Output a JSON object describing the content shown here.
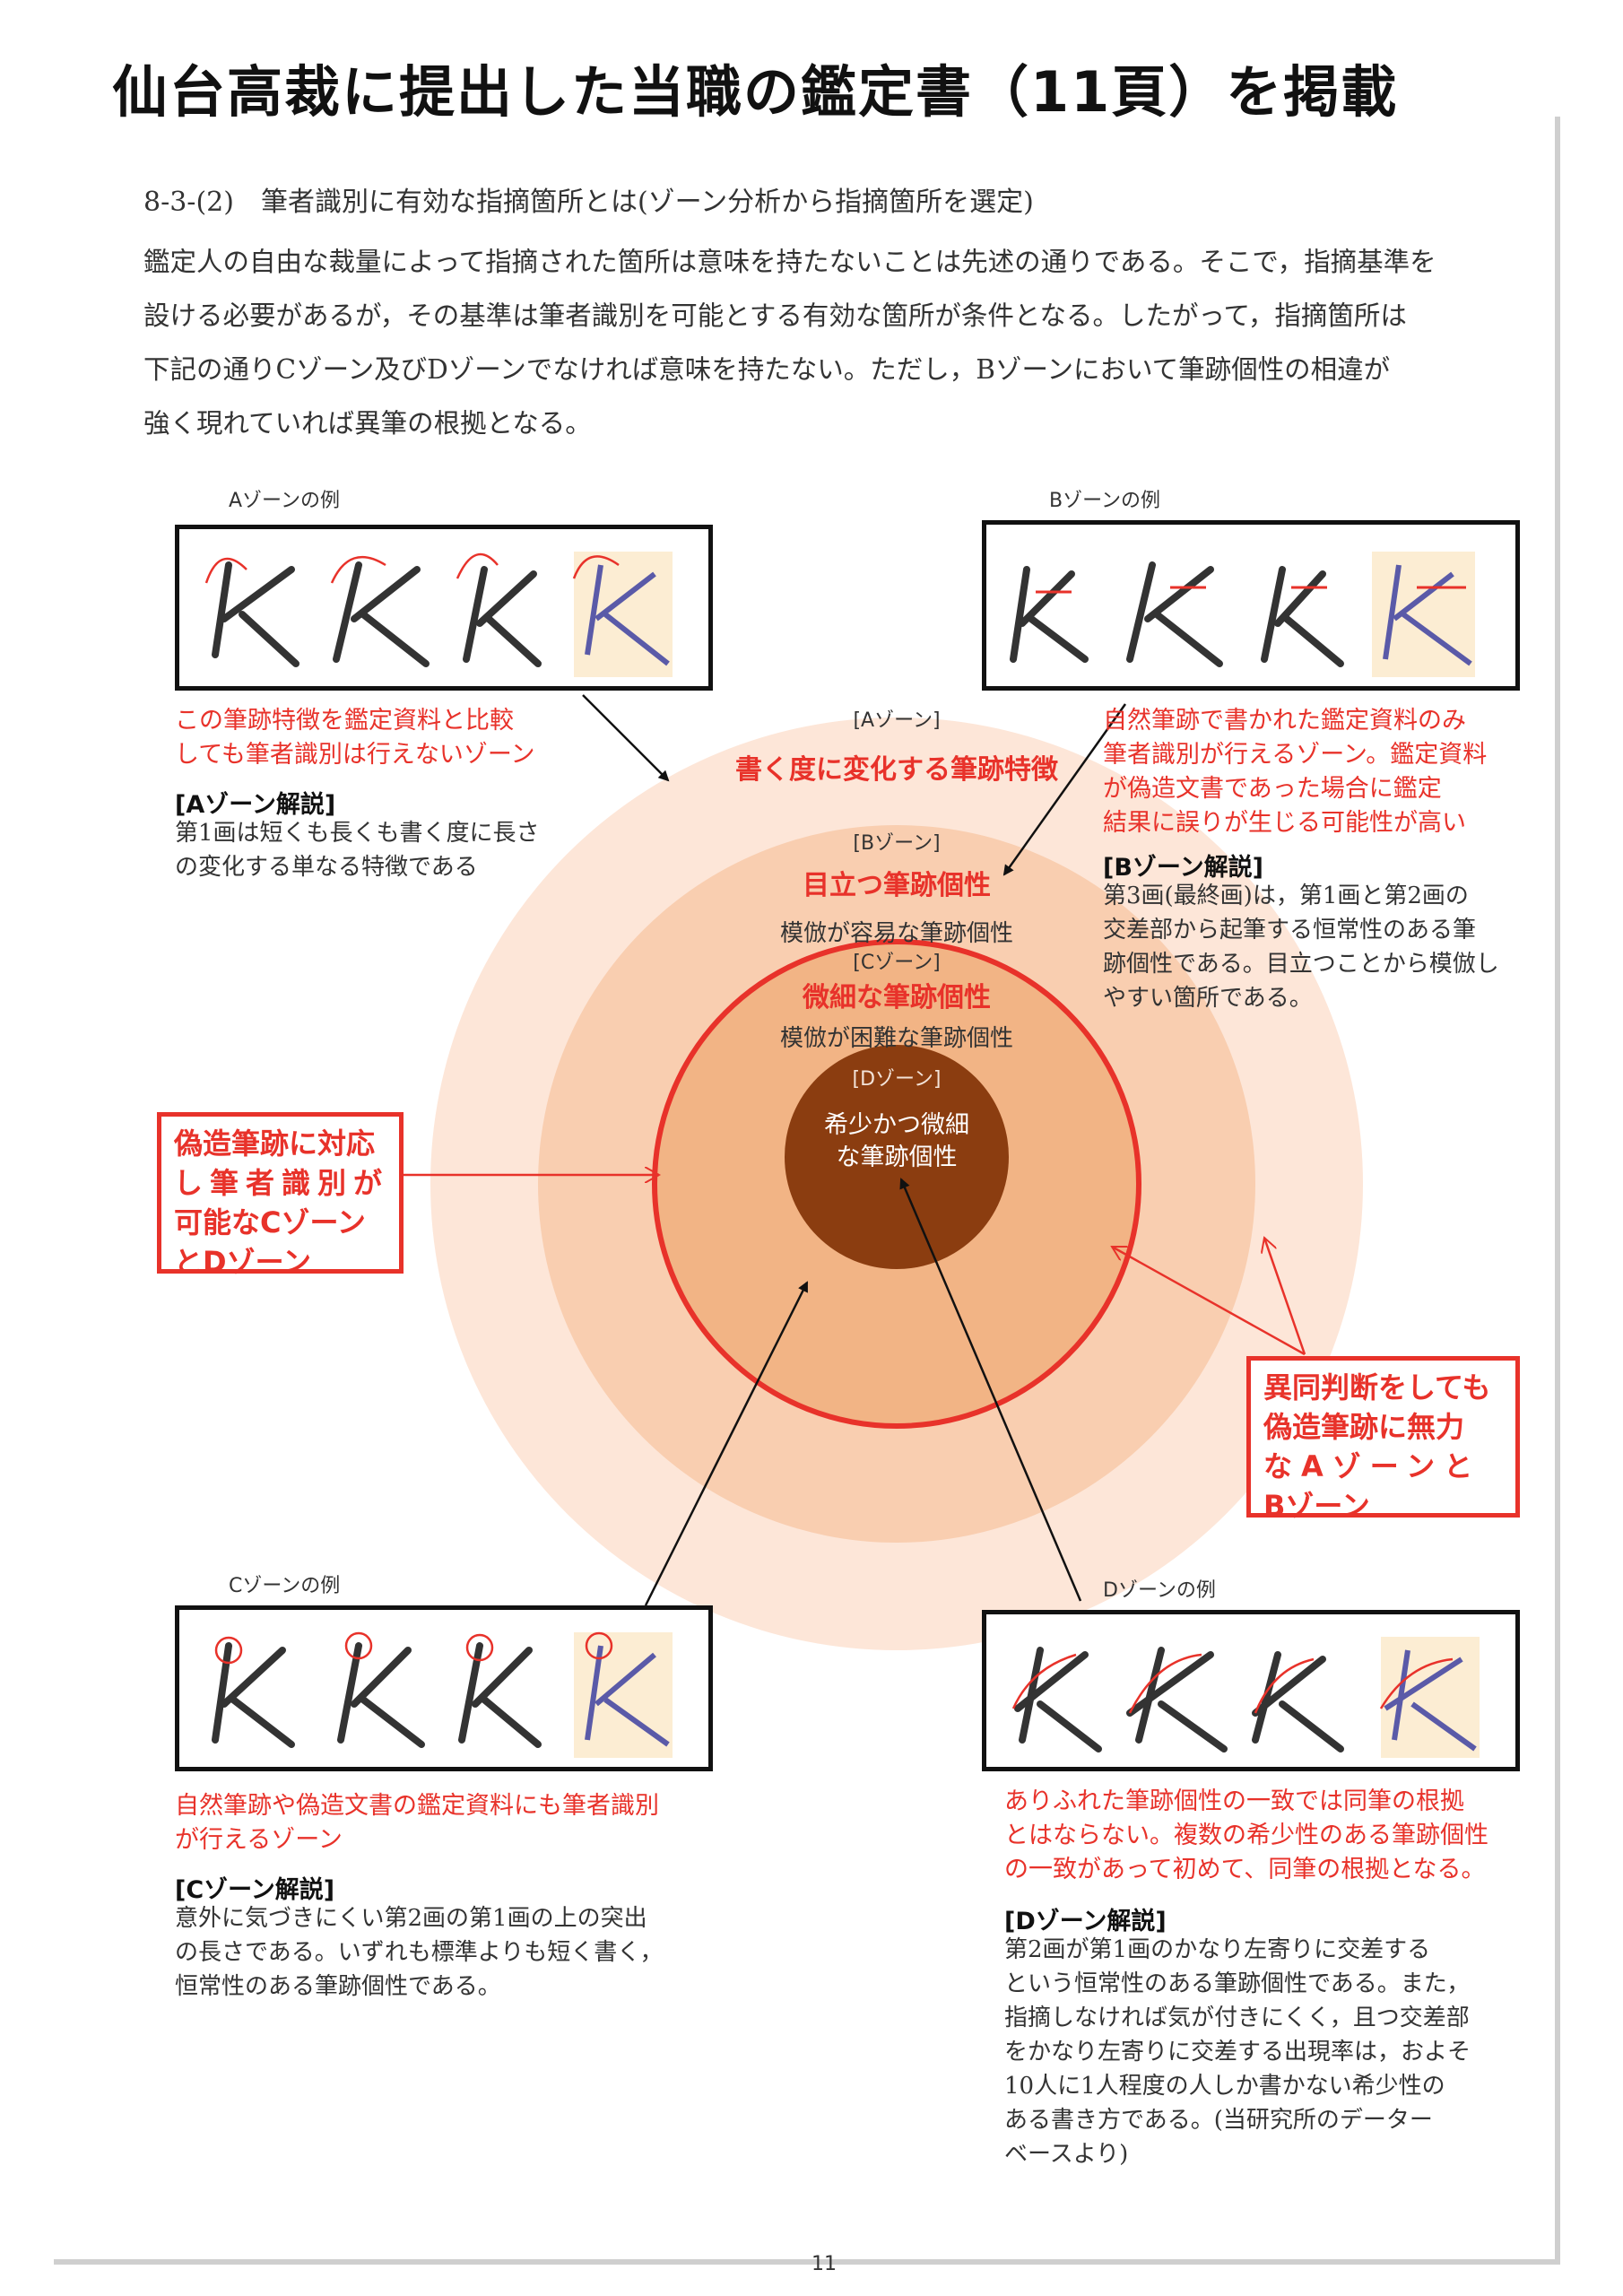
{
  "headline": "仙台高裁に提出した当職の鑑定書（11頁）を掲載",
  "section_heading": "8-3-(2)　筆者識別に有効な指摘箇所とは(ゾーン分析から指摘箇所を選定)",
  "paragraph": [
    "鑑定人の自由な裁量によって指摘された箇所は意味を持たないことは先述の通りである。そこで，指摘基準を",
    "設ける必要があるが，その基準は筆者識別を可能とする有効な箇所が条件となる。したがって，指摘箇所は",
    "下記の通りCゾーン及びDゾーンでなければ意味を持たない。ただし，Bゾーンにおいて筆跡個性の相違が",
    "強く現れていれば異筆の根拠となる。"
  ],
  "zones": {
    "a": {
      "tag": "[Aゾーン]",
      "title": "書く度に変化する筆跡特徴"
    },
    "b": {
      "tag": "[Bゾーン]",
      "title": "目立つ筆跡個性",
      "sub": "模倣が容易な筆跡個性"
    },
    "c": {
      "tag": "[Cゾーン]",
      "title": "微細な筆跡個性",
      "sub": "模倣が困難な筆跡個性"
    },
    "d": {
      "tag": "[Dゾーン]",
      "title_lines": [
        "希少かつ微細",
        "な筆跡個性"
      ]
    }
  },
  "examples": {
    "a": {
      "label": "Aゾーンの例"
    },
    "b": {
      "label": "Bゾーンの例"
    },
    "c": {
      "label": "Cゾーンの例"
    },
    "d": {
      "label": "Dゾーンの例"
    }
  },
  "sample_letter": "K",
  "notes": {
    "a_red": [
      "この筆跡特徴を鑑定資料と比較",
      "しても筆者識別は行えないゾーン"
    ],
    "a_title": "[Aゾーン解説]",
    "a_body": [
      "第1画は短くも長くも書く度に長さ",
      "の変化する単なる特徴である"
    ],
    "b_red": [
      "自然筆跡で書かれた鑑定資料のみ",
      "筆者識別が行えるゾーン。鑑定資料",
      "が偽造文書であった場合に鑑定",
      "結果に誤りが生じる可能性が高い"
    ],
    "b_title": "[Bゾーン解説]",
    "b_body": [
      "第3画(最終画)は，第1画と第2画の",
      "交差部から起筆する恒常性のある筆",
      "跡個性である。目立つことから模倣し",
      "やすい箇所である。"
    ],
    "c_red": [
      "自然筆跡や偽造文書の鑑定資料にも筆者識別",
      "が行えるゾーン"
    ],
    "c_title": "[Cゾーン解説]",
    "c_body": [
      "意外に気づきにくい第2画の第1画の上の突出",
      "の長さである。いずれも標準よりも短く書く，",
      "恒常性のある筆跡個性である。"
    ],
    "d_red": [
      "ありふれた筆跡個性の一致では同筆の根拠",
      "とはならない。複数の希少性のある筆跡個性",
      "の一致があって初めて、同筆の根拠となる。"
    ],
    "d_title": "[Dゾーン解説]",
    "d_body": [
      "第2画が第1画のかなり左寄りに交差する",
      "という恒常性のある筆跡個性である。また，",
      "指摘しなければ気が付きにくく，且つ交差部",
      "をかなり左寄りに交差する出現率は，およそ",
      "10人に1人程度の人しか書かない希少性の",
      "ある書き方である。(当研究所のデーター",
      "ベースより)"
    ]
  },
  "callouts": {
    "left": [
      "偽造筆跡に対応",
      "し筆者識別が",
      "可能なCゾーン",
      "とDゾーン"
    ],
    "right": [
      "異同判断をしても",
      "偽造筆跡に無力",
      "なAゾーンと",
      "Bゾーン"
    ]
  },
  "page_number": "11",
  "colors": {
    "ring_a": "#fde6d8",
    "ring_b": "#f9ceb0",
    "ring_c": "#f2b485",
    "core_d": "#8b3d10",
    "accent_red": "#e8322a"
  }
}
